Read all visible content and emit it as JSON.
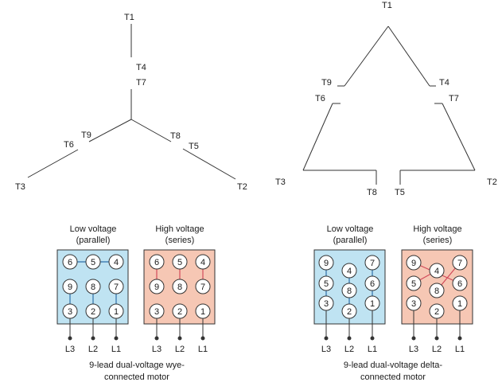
{
  "colors": {
    "wire": "#333333",
    "low_box": "#bfe3f2",
    "high_box": "#f6c7b4",
    "low_link": "#2f6fa8",
    "high_link": "#d24a5a",
    "text": "#1a1a1a"
  },
  "wye": {
    "labels": {
      "t1": "T1",
      "t4": "T4",
      "t7": "T7",
      "t9": "T9",
      "t6": "T6",
      "t3": "T3",
      "t8": "T8",
      "t5": "T5",
      "t2": "T2"
    },
    "low": {
      "title_line1": "Low voltage",
      "title_line2": "(parallel)",
      "rows": [
        [
          "6",
          "5",
          "4"
        ],
        [
          "9",
          "8",
          "7"
        ],
        [
          "3",
          "2",
          "1"
        ]
      ]
    },
    "high": {
      "title_line1": "High voltage",
      "title_line2": "(series)",
      "rows": [
        [
          "6",
          "5",
          "4"
        ],
        [
          "9",
          "8",
          "7"
        ],
        [
          "3",
          "2",
          "1"
        ]
      ]
    },
    "leads": [
      "L3",
      "L2",
      "L1",
      "L3",
      "L2",
      "L1"
    ],
    "caption_line1": "9-lead dual-voltage wye-",
    "caption_line2": "connected motor"
  },
  "delta": {
    "labels": {
      "t1": "T1",
      "t9": "T9",
      "t6": "T6",
      "t4": "T4",
      "t7": "T7",
      "t3": "T3",
      "t8": "T8",
      "t5": "T5",
      "t2": "T2"
    },
    "low": {
      "title_line1": "Low voltage",
      "title_line2": "(parallel)",
      "left": [
        "9",
        "5",
        "3"
      ],
      "mid": [
        "4",
        "8",
        "2"
      ],
      "right": [
        "7",
        "6",
        "1"
      ]
    },
    "high": {
      "title_line1": "High voltage",
      "title_line2": "(series)",
      "left": [
        "9",
        "5",
        "3"
      ],
      "mid": [
        "4",
        "8",
        "2"
      ],
      "right": [
        "7",
        "6",
        "1"
      ]
    },
    "leads": [
      "L3",
      "L2",
      "L1",
      "L3",
      "L2",
      "L1"
    ],
    "caption_line1": "9-lead dual-voltage delta-",
    "caption_line2": "connected motor"
  }
}
